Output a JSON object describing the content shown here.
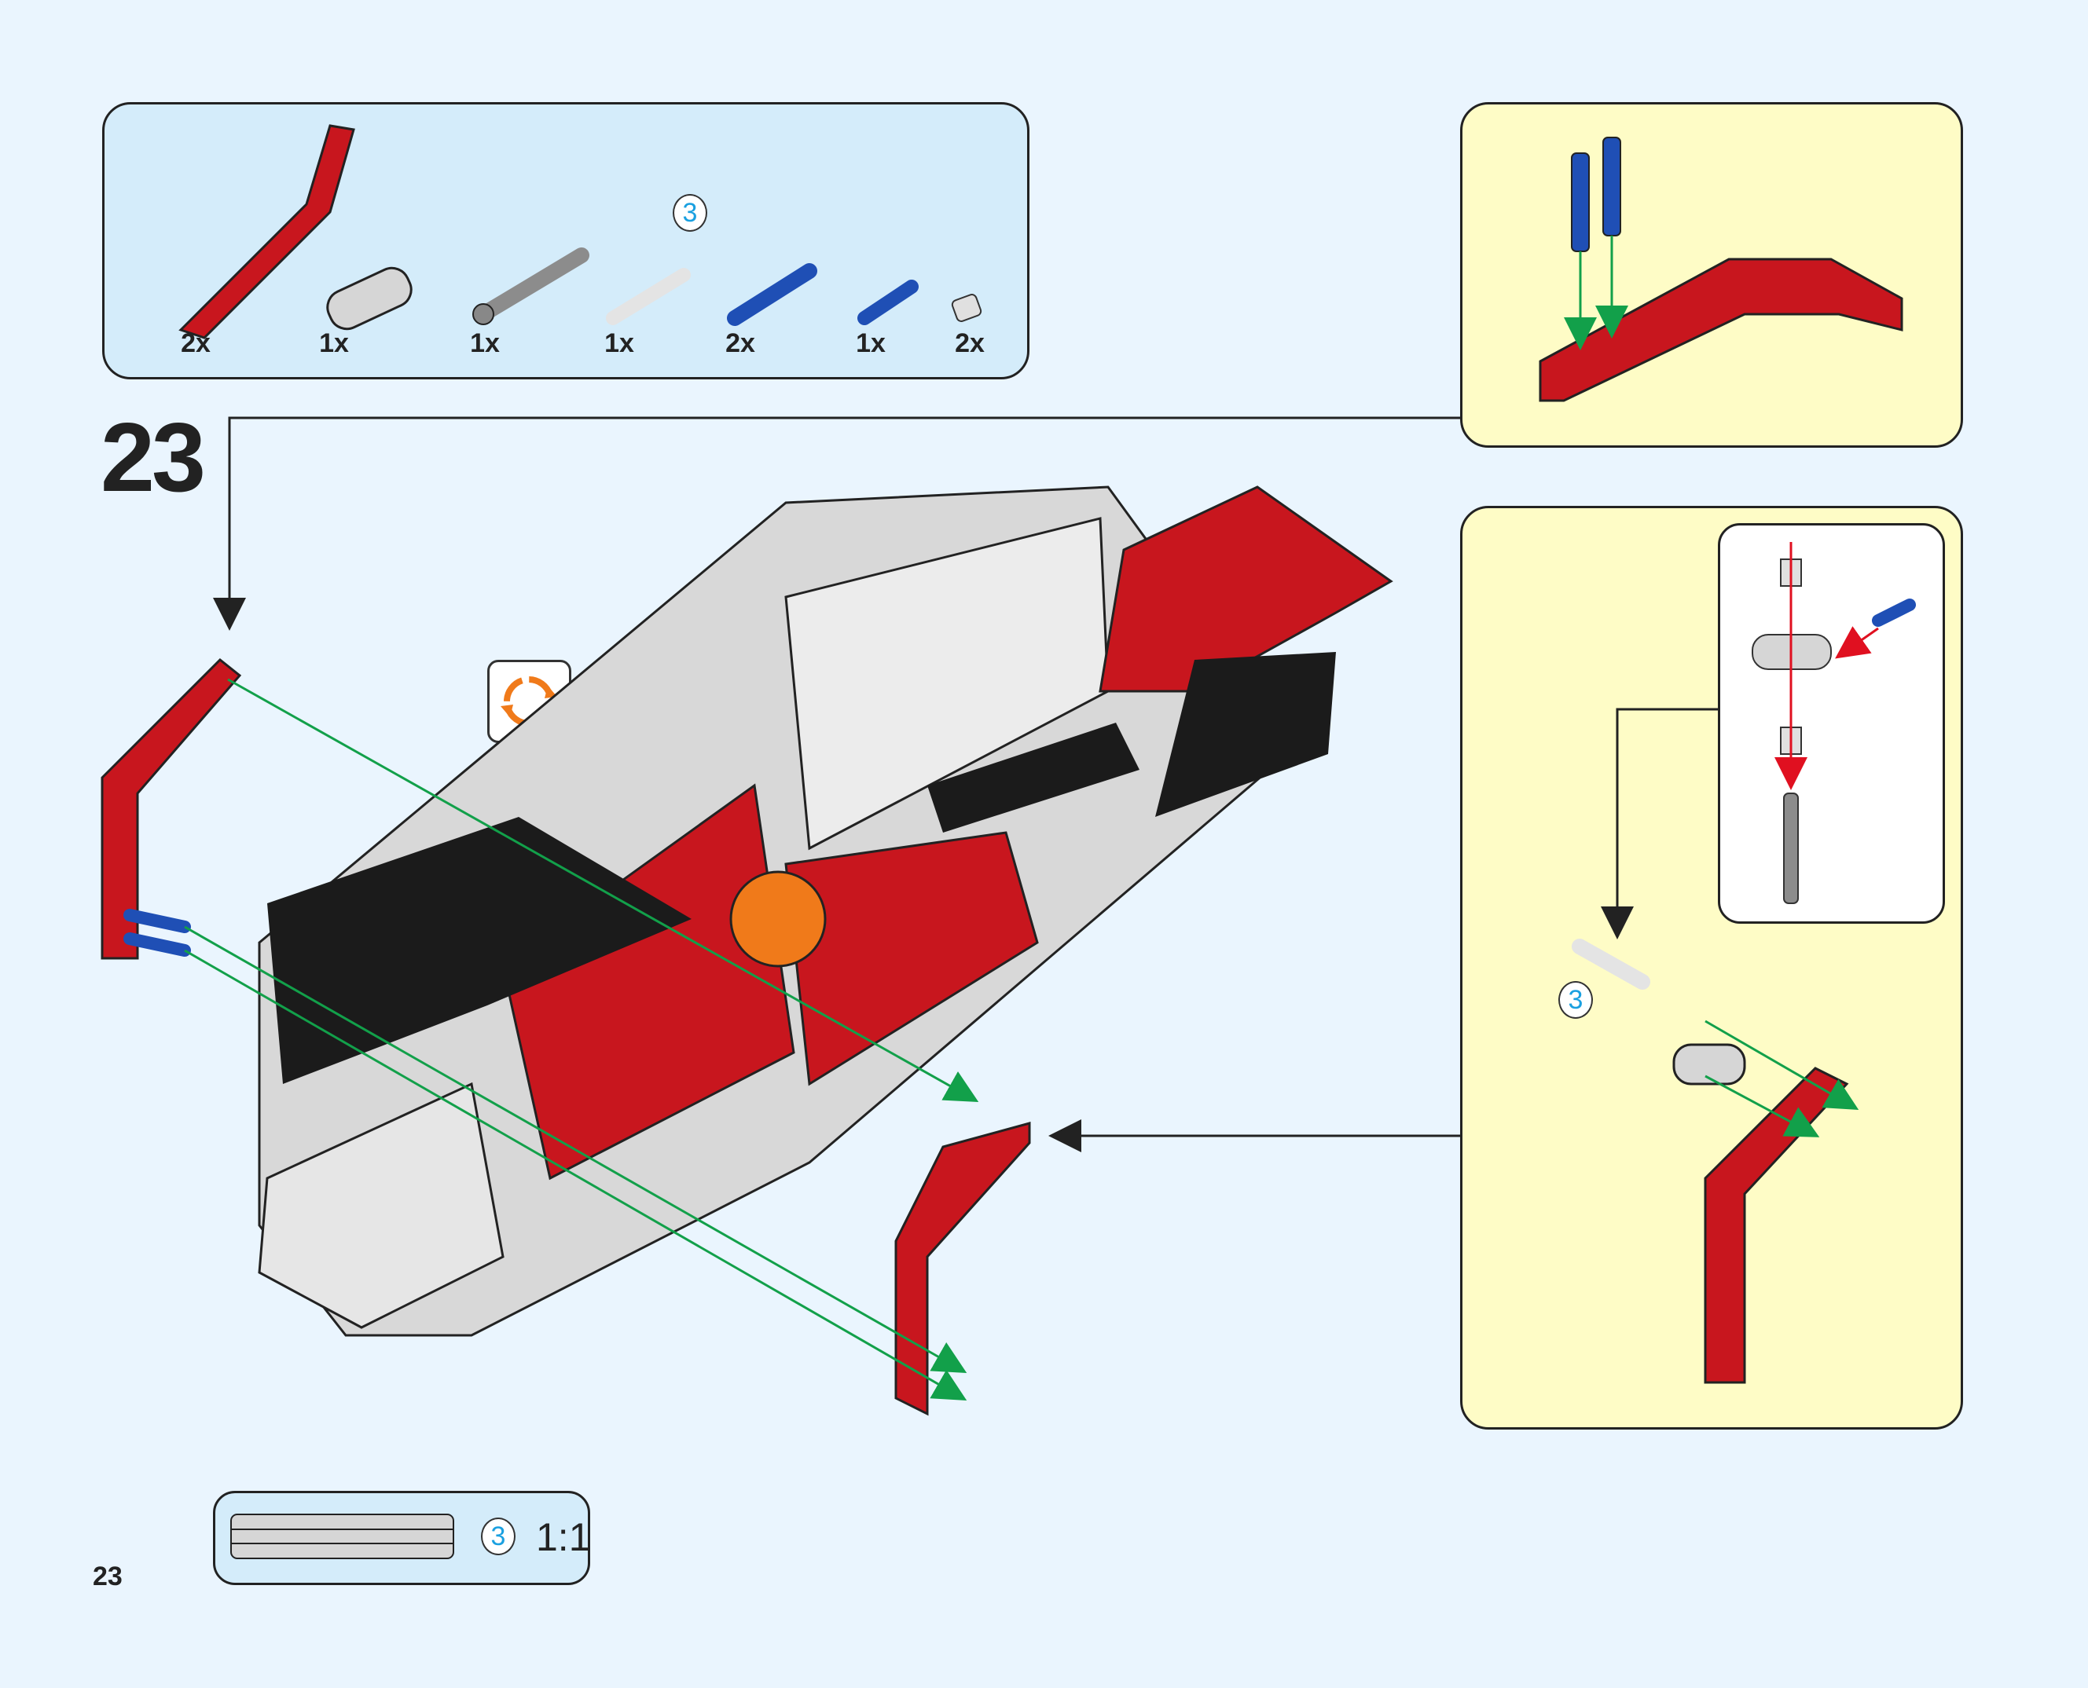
{
  "step_number": "23",
  "page_number": "23",
  "parts_list": {
    "items": [
      {
        "name": "bent-red-beam",
        "qty": "2x"
      },
      {
        "name": "gray-connector",
        "qty": "1x"
      },
      {
        "name": "dark-gray-axle-pin",
        "qty": "1x"
      },
      {
        "name": "light-gray-axle",
        "qty": "1x",
        "length": "3"
      },
      {
        "name": "blue-long-pin",
        "qty": "2x"
      },
      {
        "name": "blue-short-pin",
        "qty": "1x"
      },
      {
        "name": "gray-bush",
        "qty": "2x"
      }
    ],
    "axle_length_badge": "3"
  },
  "subassembly_2": {
    "axle_length_badge": "3"
  },
  "scale_reference": {
    "length_badge": "3",
    "scale": "1:1"
  },
  "colors": {
    "red": "#c8161e",
    "blue": "#1f4fb5",
    "gray": "#d6d6d6",
    "black": "#1b1b1b",
    "green_arrow": "#12a04a",
    "orange": "#f07a1a"
  }
}
